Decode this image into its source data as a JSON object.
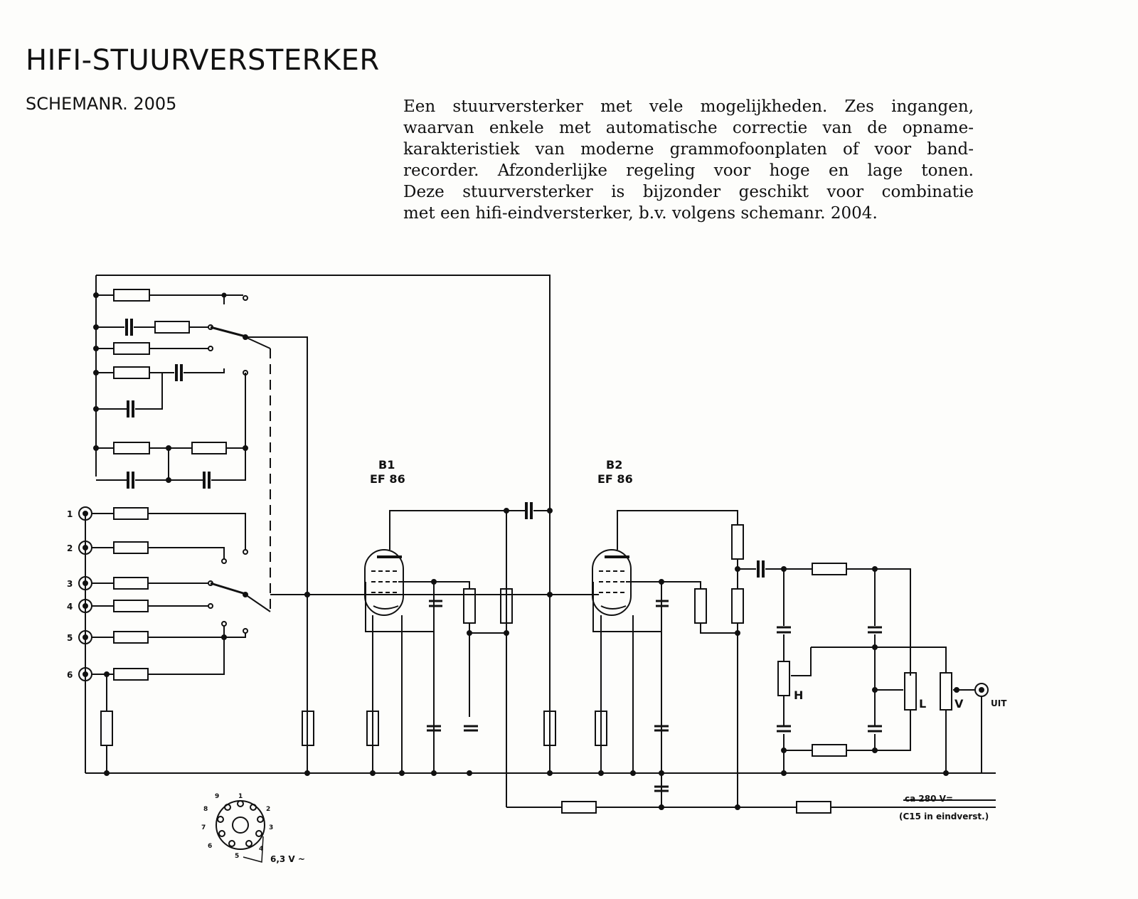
{
  "title": "HIFI-STUURVERSTERKER",
  "schema_number": "SCHEMANR. 2005",
  "description_lines": [
    "Een stuurversterker met vele mogelijkheden. Zes ingangen,",
    "waarvan enkele met automatische correctie van de opname-",
    "karakteristiek van moderne grammofoonplaten of voor band-",
    "recorder. Afzonderlijke regeling voor hoge en lage tonen.",
    "Deze stuurversterker is bijzonder geschikt voor combinatie",
    "met een hifi-eindversterker, b.v. volgens schemanr. 2004."
  ],
  "tubes": [
    {
      "name": "B1",
      "type": "EF 86"
    },
    {
      "name": "B2",
      "type": "EF 86"
    }
  ],
  "inputs": [
    "1",
    "2",
    "3",
    "4",
    "5",
    "6"
  ],
  "output_label": "UIT",
  "supply_voltage": "ca 280 V=",
  "supply_note": "(C15 in eindverst.)",
  "heater_voltage": "6,3 V ~",
  "socket_pins": [
    "1",
    "2",
    "3",
    "4",
    "5",
    "6",
    "7",
    "8",
    "9"
  ],
  "pot_labels": {
    "p1": "H",
    "p2": "L",
    "p3": "V"
  }
}
